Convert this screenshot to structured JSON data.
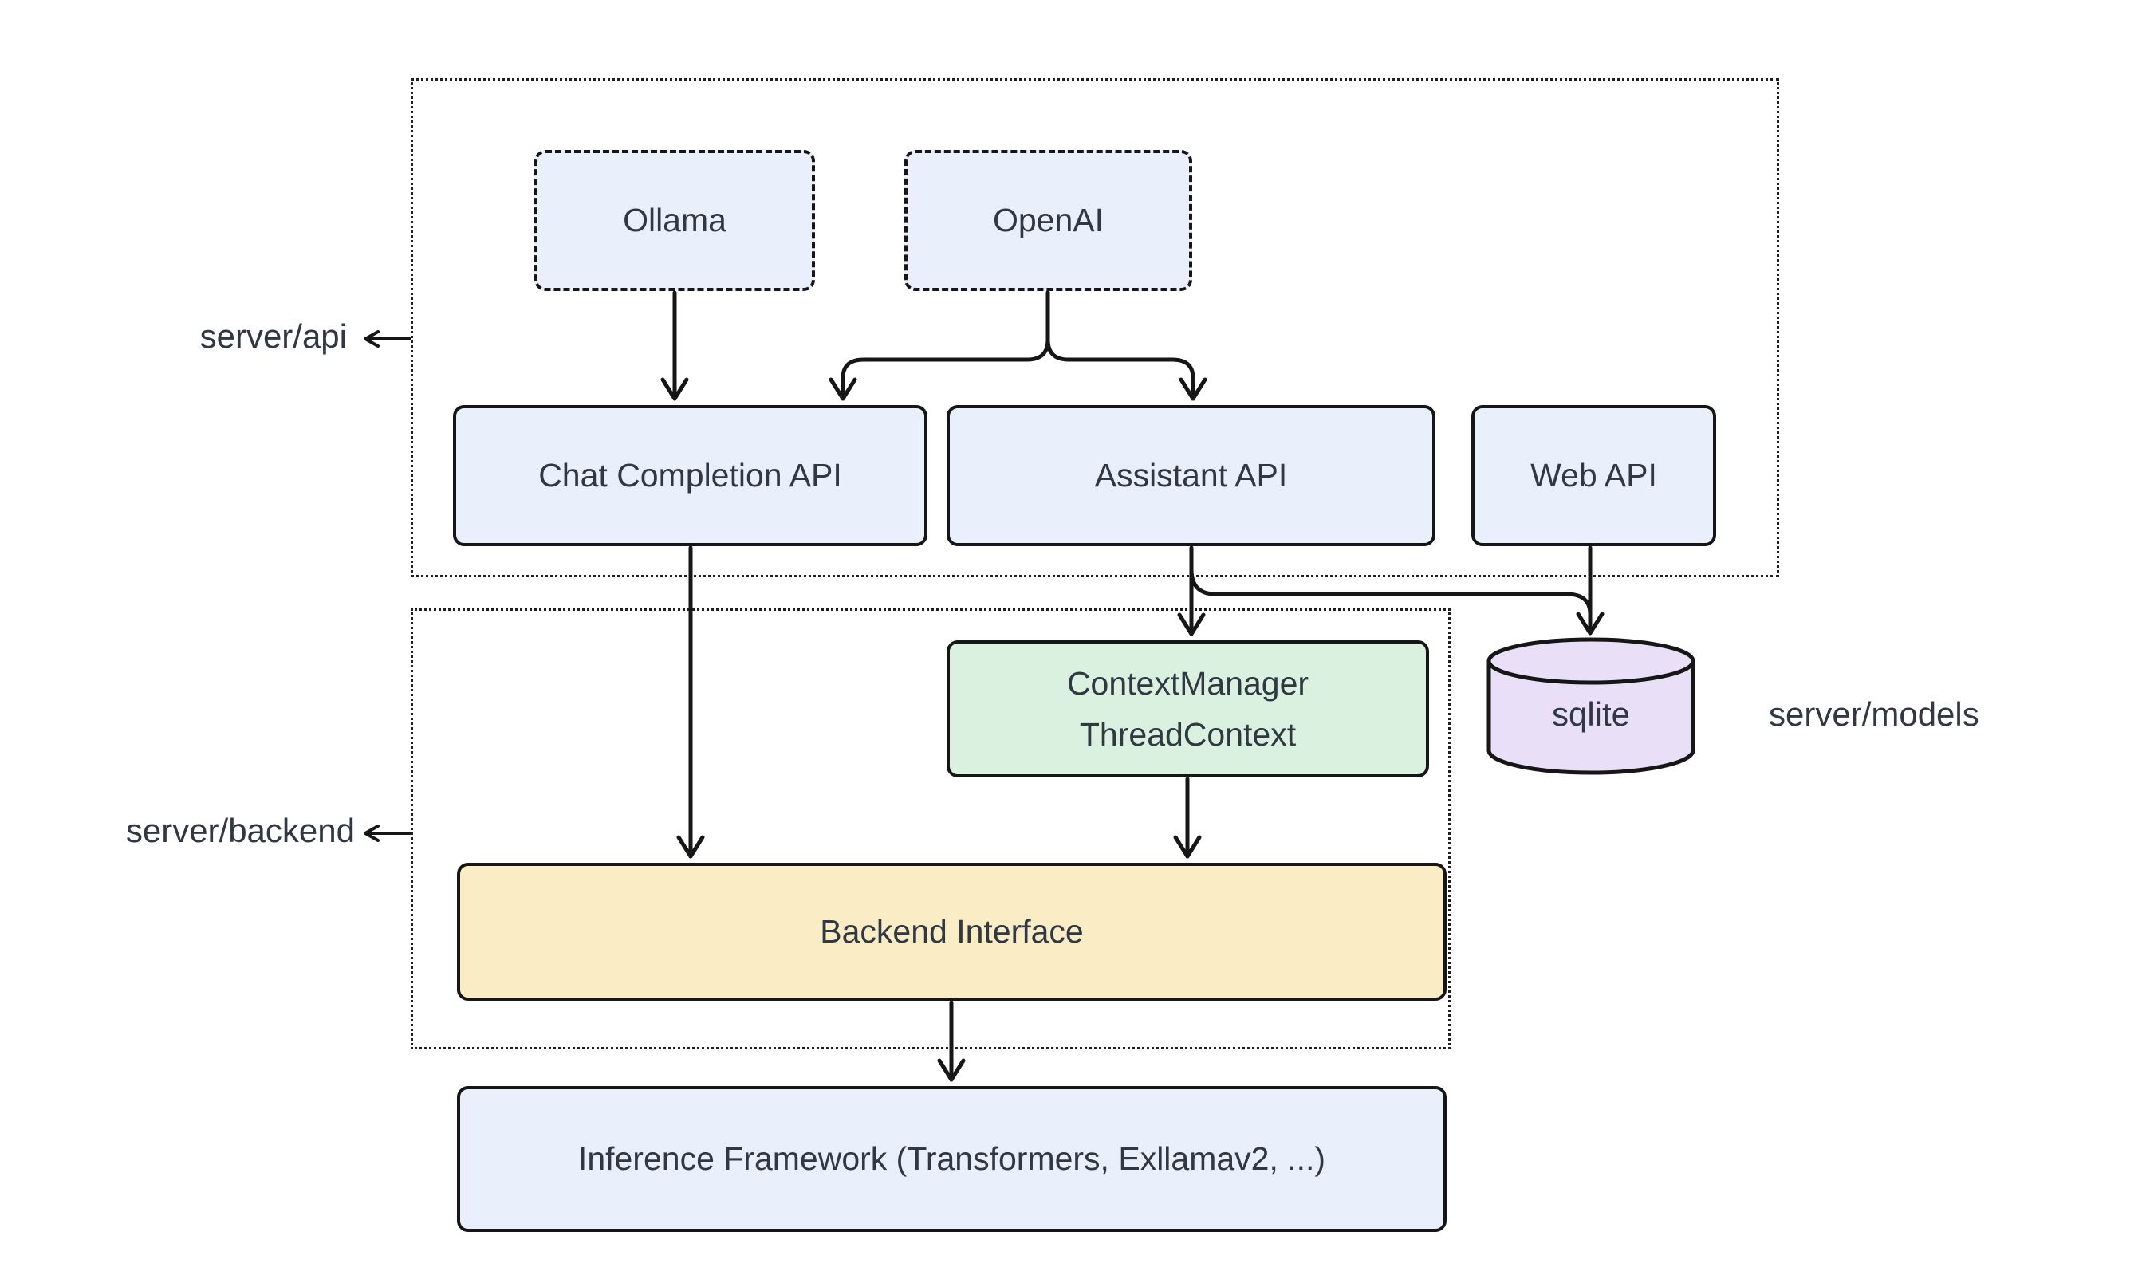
{
  "diagram": {
    "title_hint": "LLM server architecture diagram",
    "containers": {
      "server_api": {
        "label": "server/api"
      },
      "server_backend": {
        "label": "server/backend"
      }
    },
    "outer_labels": {
      "server_models": {
        "label": "server/models"
      }
    },
    "nodes": {
      "ollama": {
        "label": "Ollama",
        "style": "dashed"
      },
      "openai": {
        "label": "OpenAI",
        "style": "dashed"
      },
      "chat_completion": {
        "label": "Chat Completion API"
      },
      "assistant": {
        "label": "Assistant API"
      },
      "web_api": {
        "label": "Web API"
      },
      "context_manager": {
        "line1": "ContextManager",
        "line2": "ThreadContext"
      },
      "backend_interface": {
        "label": "Backend Interface"
      },
      "inference": {
        "label": "Inference Framework (Transformers, Exllamav2, ...)"
      },
      "sqlite": {
        "label": "sqlite",
        "shape": "cylinder"
      }
    },
    "edges": [
      {
        "from": "ollama",
        "to": "chat_completion"
      },
      {
        "from": "openai",
        "to": "chat_completion"
      },
      {
        "from": "openai",
        "to": "assistant"
      },
      {
        "from": "chat_completion",
        "to": "backend_interface"
      },
      {
        "from": "assistant",
        "to": "context_manager"
      },
      {
        "from": "assistant",
        "to": "sqlite"
      },
      {
        "from": "web_api",
        "to": "sqlite"
      },
      {
        "from": "context_manager",
        "to": "backend_interface"
      },
      {
        "from": "backend_interface",
        "to": "inference"
      }
    ],
    "colors": {
      "node_blue": "#EAF0FB",
      "green": "#DBF1DF",
      "yellow": "#FAEDC6",
      "purple": "#E9DFF7",
      "stroke": "#161616",
      "text": "#2f3843",
      "background": "#ffffff"
    }
  }
}
